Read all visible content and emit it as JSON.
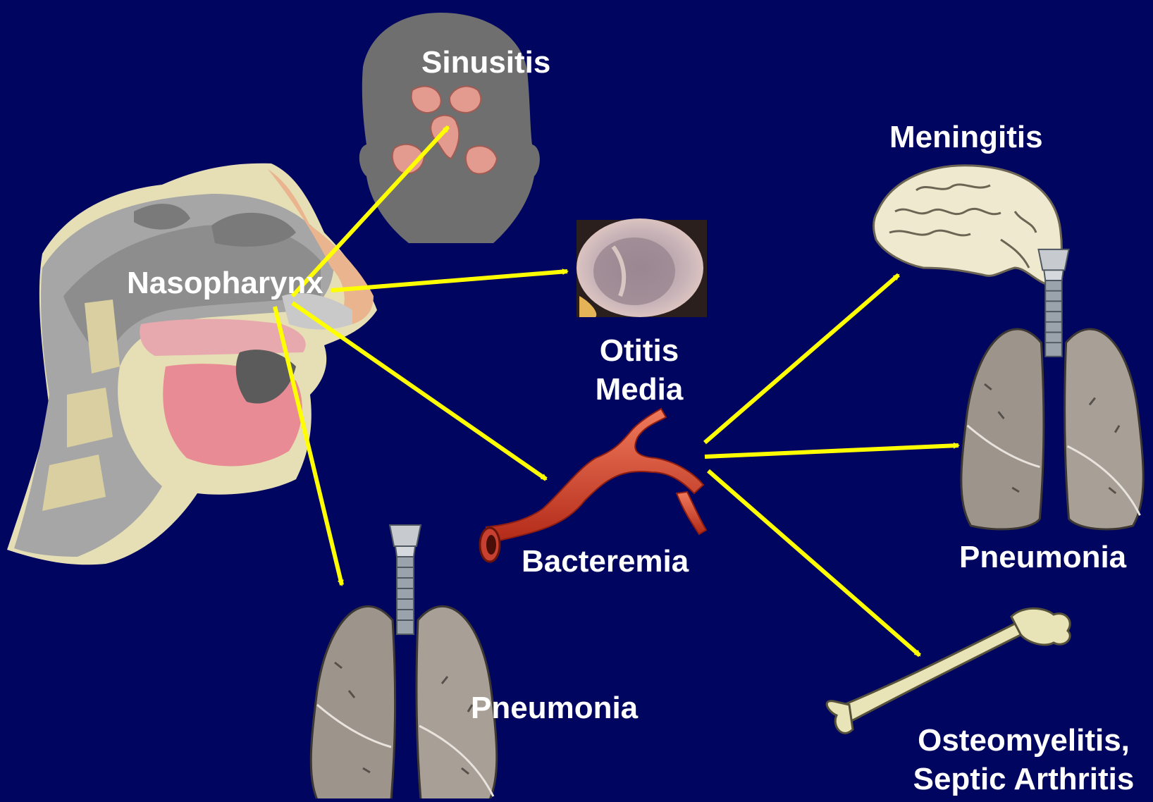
{
  "colors": {
    "background": "#000560",
    "arrow": "#ffff00",
    "text": "#ffffff",
    "artery": "#d8432a",
    "lung": "#9d958c",
    "brain": "#efe9cf",
    "bone": "#e9e4b8",
    "head_gray": "#6f6f6f",
    "sinus": "#e39a8f"
  },
  "labels": {
    "sinusitis": "Sinusitis",
    "nasopharynx": "Nasopharynx",
    "otitis_line1": "Otitis",
    "otitis_line2": "Media",
    "bacteremia": "Bacteremia",
    "pneumonia_left": "Pneumonia",
    "meningitis": "Meningitis",
    "pneumonia_right": "Pneumonia",
    "osteo_line1": "Osteomyelitis,",
    "osteo_line2": "Septic Arthritis"
  },
  "illustrations": [
    {
      "id": "head-sagittal",
      "icon": "head-cross-section-icon"
    },
    {
      "id": "face-sinuses",
      "icon": "face-sinus-icon"
    },
    {
      "id": "eardrum-photo",
      "icon": "eardrum-icon"
    },
    {
      "id": "artery",
      "icon": "artery-icon"
    },
    {
      "id": "lungs",
      "icon": "lungs-icon"
    },
    {
      "id": "brain",
      "icon": "brain-icon"
    },
    {
      "id": "femur",
      "icon": "bone-icon"
    }
  ]
}
